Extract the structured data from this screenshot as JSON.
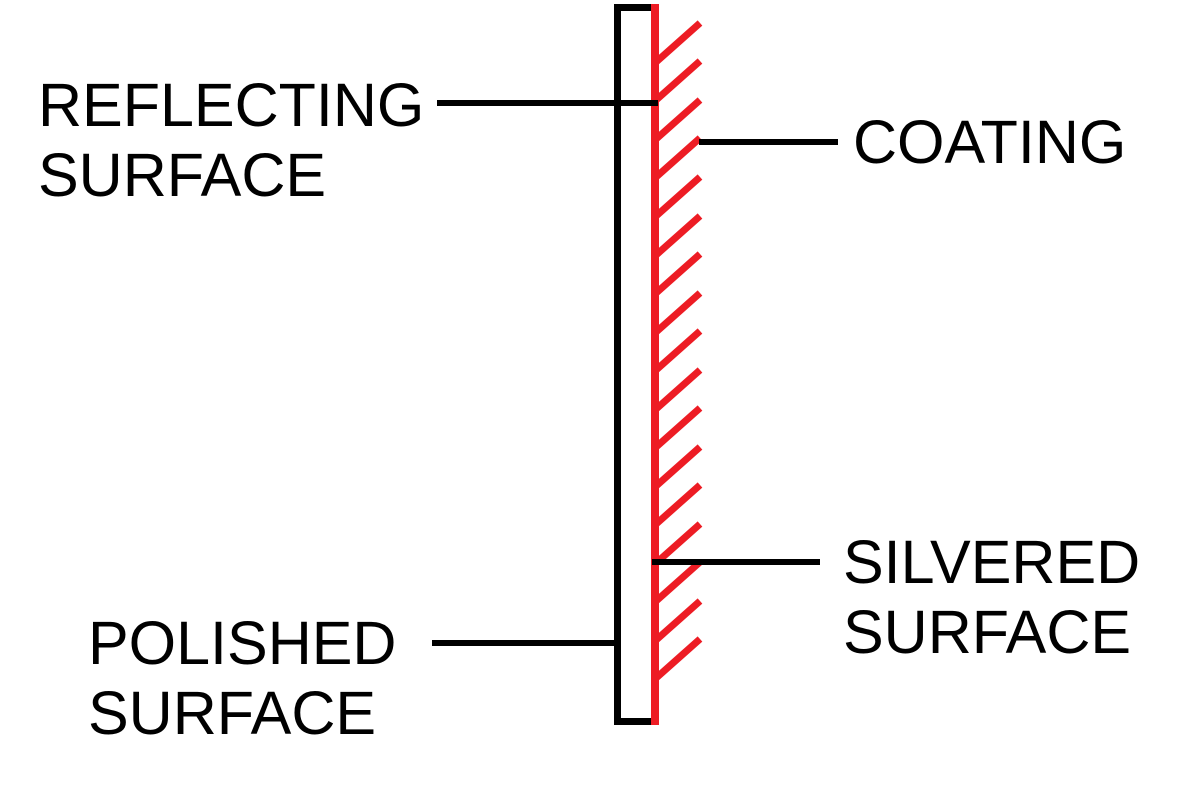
{
  "diagram": {
    "subject": "plane-mirror-cross-section"
  },
  "labels": {
    "reflecting_surface": "REFLECTING\nSURFACE",
    "coating": "COATING",
    "silvered_surface": "SILVERED\nSURFACE",
    "polished_surface": "POLISHED\nSURFACE"
  },
  "colors": {
    "outline": "#000000",
    "hatch_red": "#ED1C24",
    "text": "#000000",
    "background": "#FFFFFF"
  }
}
